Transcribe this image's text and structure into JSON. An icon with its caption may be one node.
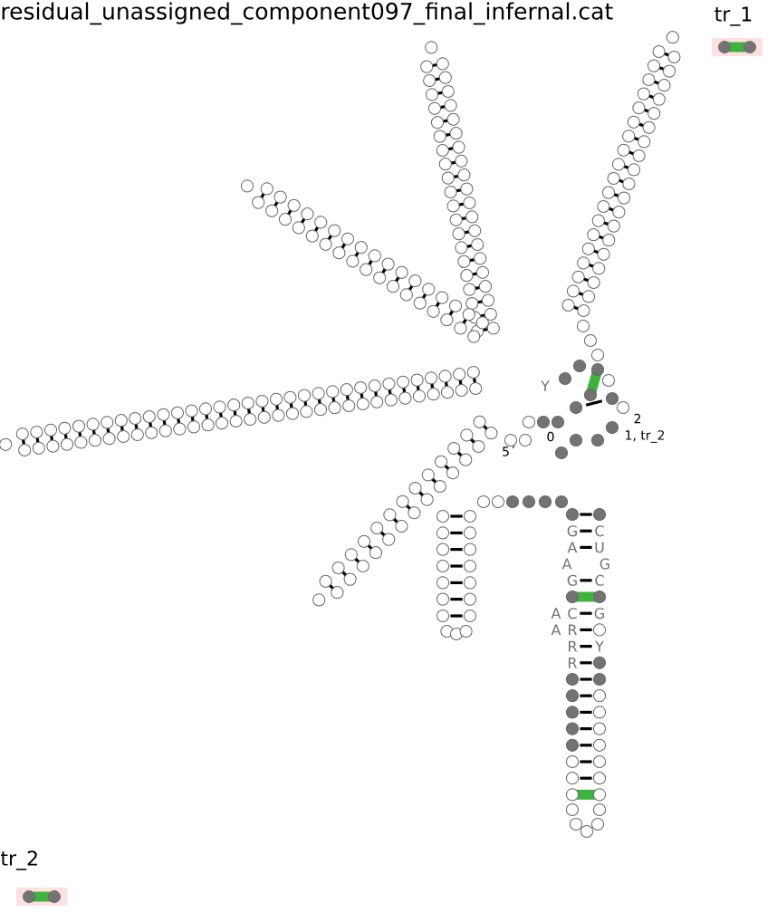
{
  "diagram": {
    "title": "residual_unassigned_component097_final_infernal.cat",
    "labels": [
      "tr_1",
      "Y",
      "0",
      "2",
      "1, tr_2",
      "5´",
      "G",
      "C",
      "A",
      "U",
      "A",
      "G",
      "G",
      "C",
      "A",
      "C",
      "G",
      "A",
      "R",
      "R",
      "Y",
      "R"
    ],
    "legend": [
      {
        "text": "tr_2"
      }
    ]
  }
}
